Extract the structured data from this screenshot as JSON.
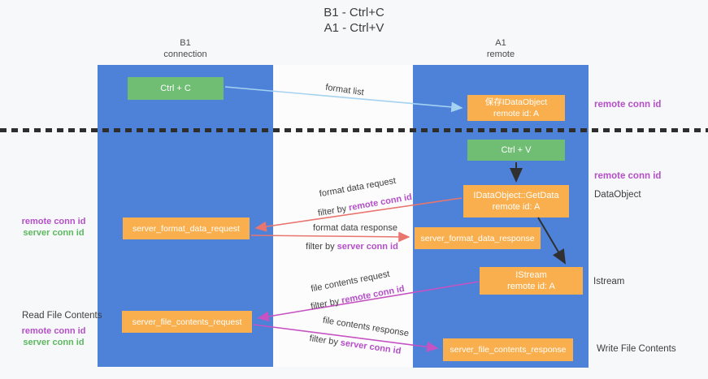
{
  "title": {
    "line1": "B1 - Ctrl+C",
    "line2": "A1 - Ctrl+V"
  },
  "lanes": {
    "b1": {
      "name": "B1",
      "subtitle": "connection"
    },
    "a1": {
      "name": "A1",
      "subtitle": "remote"
    }
  },
  "boxes": {
    "ctrl_c": {
      "label": "Ctrl + C"
    },
    "ctrl_v": {
      "label": "Ctrl + V"
    },
    "save_dataobject": {
      "line1": "保存IDataObject",
      "line2": "remote id: A"
    },
    "getdata": {
      "line1": "IDataObject::GetData",
      "line2": "remote id: A"
    },
    "istream": {
      "line1": "IStream",
      "line2": "remote id: A"
    },
    "format_request": {
      "label": "server_format_data_request"
    },
    "format_response": {
      "label": "server_format_data_response"
    },
    "file_request": {
      "label": "server_file_contents_request"
    },
    "file_response": {
      "label": "server_file_contents_response"
    }
  },
  "flow_labels": {
    "format_list": "format list",
    "format_data_request": "format data request",
    "format_data_response": "format data response",
    "file_contents_request": "file contents request",
    "file_contents_response": "file contents response",
    "filter_by": "filter by",
    "remote_conn_id": "remote conn id",
    "server_conn_id": "server conn id"
  },
  "side_labels": {
    "remote_conn_id": "remote conn id",
    "server_conn_id": "server conn id",
    "dataobject": "DataObject",
    "istream": "Istream",
    "read_file_contents": "Read File Contents",
    "write_file_contents": "Write File Contents"
  },
  "colors": {
    "lane_blue": "#4e82d8",
    "box_green": "#6fbe74",
    "box_orange": "#f9af4d",
    "arrow_light_blue": "#a5d2f1",
    "arrow_salmon": "#e8756e",
    "arrow_magenta": "#c653c1",
    "arrow_black": "#303030",
    "text_purple": "#b44fc8",
    "text_green": "#5cb85f"
  }
}
